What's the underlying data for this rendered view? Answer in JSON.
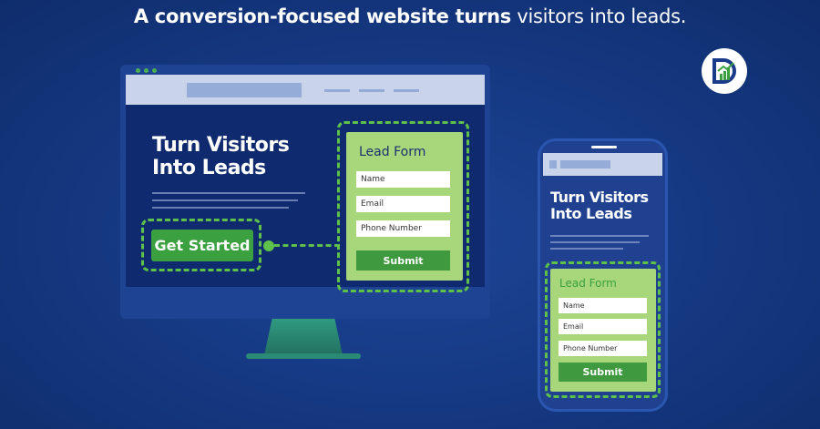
{
  "headline": {
    "bold": "A conversion-focused website turns",
    "regular": "visitors into leads."
  },
  "colors": {
    "background": "#163a85",
    "accent_green": "#3aa040",
    "form_panel": "#a8d67a",
    "screen": "#0f2a6e"
  },
  "logo": {
    "icon": "d-growth-chart-logo"
  },
  "desktop": {
    "hero_title": "Turn Visitors Into Leads",
    "cta_label": "Get Started",
    "form": {
      "title": "Lead Form",
      "fields": [
        "Name",
        "Email",
        "Phone Number"
      ],
      "submit": "Submit"
    }
  },
  "mobile": {
    "hero_title": "Turn Visitors Into Leads",
    "form": {
      "title": "Lead Form",
      "fields": [
        "Name",
        "Email",
        "Phone Number"
      ],
      "submit": "Submit"
    }
  }
}
